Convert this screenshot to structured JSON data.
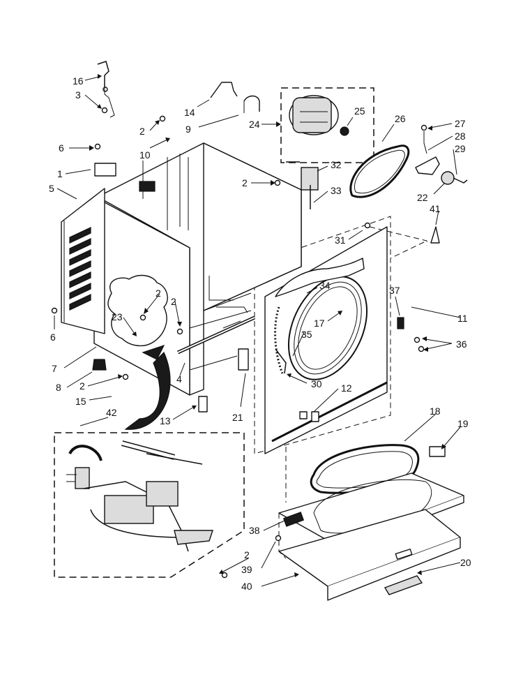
{
  "callouts": [
    {
      "id": "c16",
      "text": "16"
    },
    {
      "id": "c3",
      "text": "3"
    },
    {
      "id": "c14",
      "text": "14"
    },
    {
      "id": "c2a",
      "text": "2"
    },
    {
      "id": "c9",
      "text": "9"
    },
    {
      "id": "c24",
      "text": "24"
    },
    {
      "id": "c25",
      "text": "25"
    },
    {
      "id": "c26",
      "text": "26"
    },
    {
      "id": "c27",
      "text": "27"
    },
    {
      "id": "c28",
      "text": "28"
    },
    {
      "id": "c29",
      "text": "29"
    },
    {
      "id": "c6a",
      "text": "6"
    },
    {
      "id": "c10",
      "text": "10"
    },
    {
      "id": "c1",
      "text": "1"
    },
    {
      "id": "c5",
      "text": "5"
    },
    {
      "id": "c2b",
      "text": "2"
    },
    {
      "id": "c32",
      "text": "32"
    },
    {
      "id": "c33",
      "text": "33"
    },
    {
      "id": "c22",
      "text": "22"
    },
    {
      "id": "c41",
      "text": "41"
    },
    {
      "id": "c31",
      "text": "31"
    },
    {
      "id": "c34",
      "text": "34"
    },
    {
      "id": "c37",
      "text": "37"
    },
    {
      "id": "c11",
      "text": "11"
    },
    {
      "id": "c2c",
      "text": "2"
    },
    {
      "id": "c2d",
      "text": "2"
    },
    {
      "id": "c23",
      "text": "23"
    },
    {
      "id": "c17",
      "text": "17"
    },
    {
      "id": "c35",
      "text": "35"
    },
    {
      "id": "c36",
      "text": "36"
    },
    {
      "id": "c6b",
      "text": "6"
    },
    {
      "id": "c7",
      "text": "7"
    },
    {
      "id": "c4",
      "text": "4"
    },
    {
      "id": "c30",
      "text": "30"
    },
    {
      "id": "c8",
      "text": "8"
    },
    {
      "id": "c2e",
      "text": "2"
    },
    {
      "id": "c12",
      "text": "12"
    },
    {
      "id": "c15",
      "text": "15"
    },
    {
      "id": "c21",
      "text": "21"
    },
    {
      "id": "c13",
      "text": "13"
    },
    {
      "id": "c42",
      "text": "42"
    },
    {
      "id": "c18",
      "text": "18"
    },
    {
      "id": "c19",
      "text": "19"
    },
    {
      "id": "c38",
      "text": "38"
    },
    {
      "id": "c2f",
      "text": "2"
    },
    {
      "id": "c39",
      "text": "39"
    },
    {
      "id": "c20",
      "text": "20"
    },
    {
      "id": "c40",
      "text": "40"
    }
  ]
}
